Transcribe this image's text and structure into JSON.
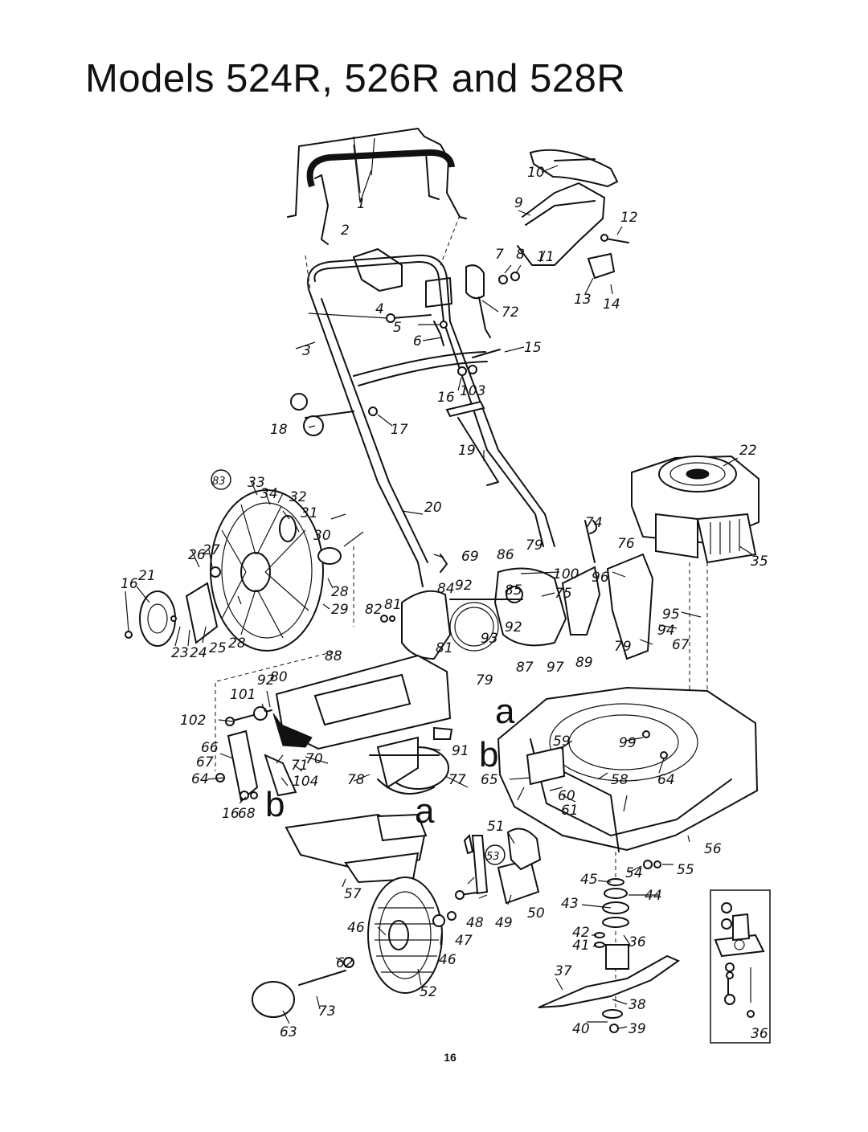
{
  "page": {
    "title": "Models 524R, 526R and 528R",
    "page_number": "16"
  },
  "diagram": {
    "part_labels": [
      "1",
      "2",
      "3",
      "4",
      "5",
      "6",
      "7",
      "8",
      "9",
      "10",
      "11",
      "12",
      "13",
      "14",
      "15",
      "16",
      "17",
      "18",
      "19",
      "20",
      "21",
      "22",
      "23",
      "24",
      "25",
      "26",
      "27",
      "28",
      "29",
      "30",
      "31",
      "32",
      "33",
      "34",
      "35",
      "36",
      "37",
      "38",
      "39",
      "40",
      "41",
      "42",
      "43",
      "44",
      "45",
      "46",
      "47",
      "48",
      "49",
      "50",
      "51",
      "52",
      "54",
      "55",
      "56",
      "57",
      "58",
      "59",
      "60",
      "61",
      "62",
      "63",
      "64",
      "65",
      "66",
      "67",
      "68",
      "69",
      "70",
      "71",
      "72",
      "73",
      "74",
      "75",
      "76",
      "77",
      "78",
      "79",
      "80",
      "81",
      "82",
      "84",
      "85",
      "86",
      "87",
      "88",
      "89",
      "91",
      "92",
      "93",
      "94",
      "95",
      "96",
      "97",
      "99",
      "100",
      "101",
      "102",
      "103",
      "104"
    ],
    "circled_labels": [
      "83",
      "53"
    ],
    "reference_letters": [
      "a",
      "b"
    ]
  }
}
